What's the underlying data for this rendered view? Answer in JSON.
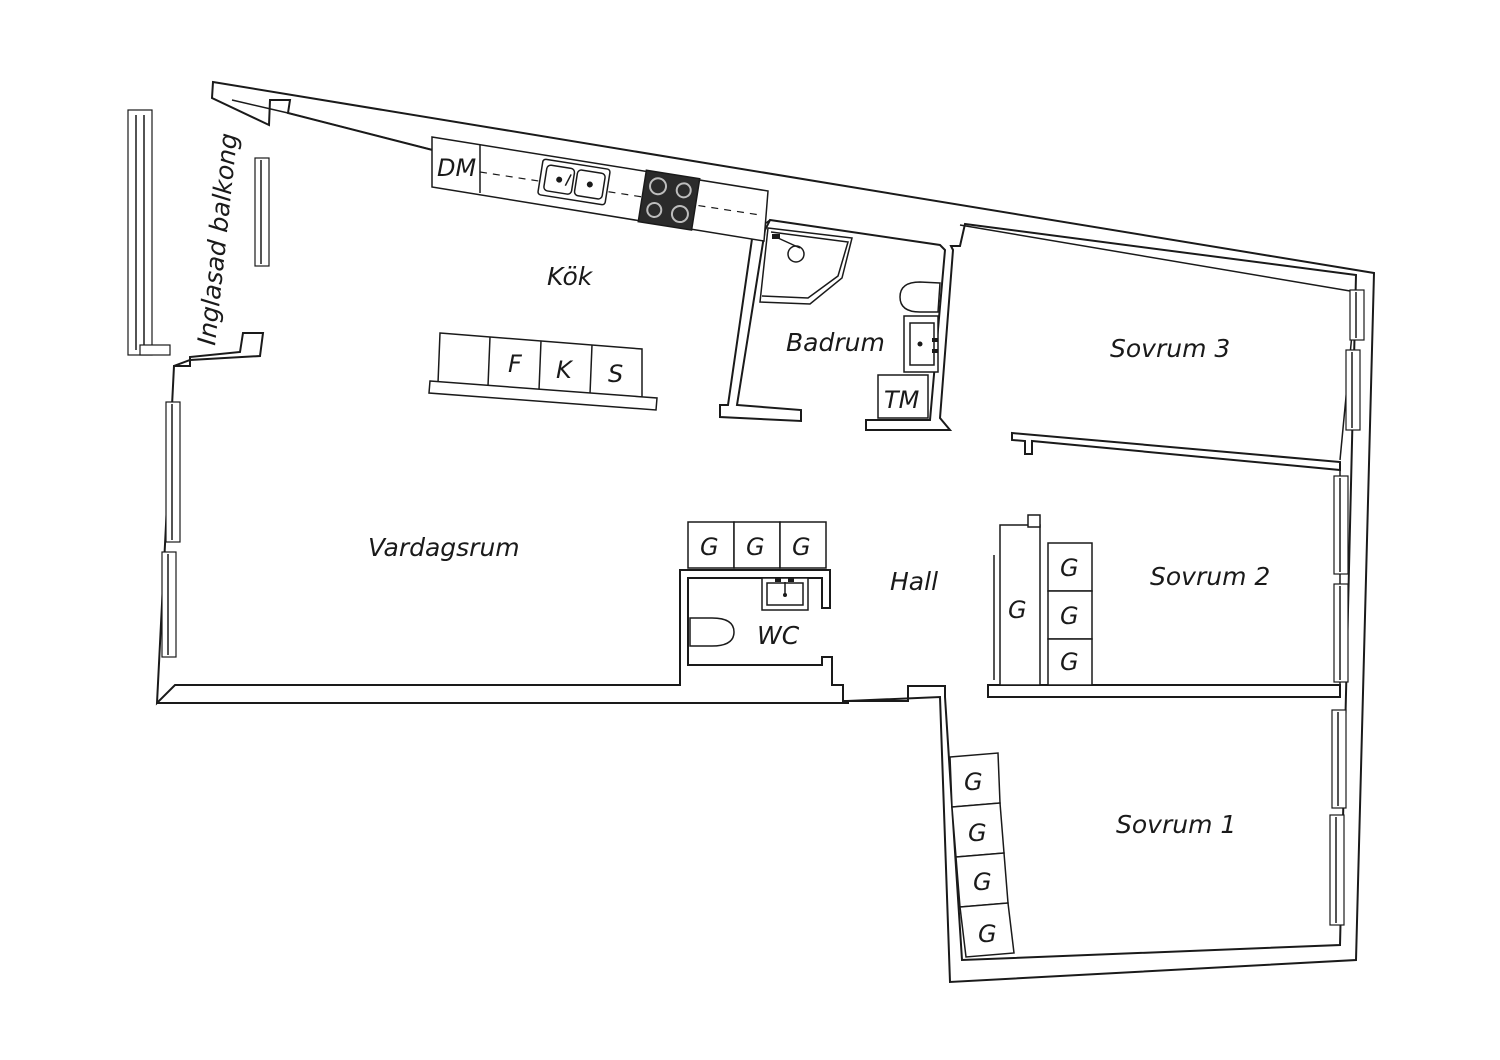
{
  "plan": {
    "rooms": {
      "balcony": "Inglasad balkong",
      "kitchen": "Kök",
      "bathroom": "Badrum",
      "bedroom3": "Sovrum 3",
      "living": "Vardagsrum",
      "hall": "Hall",
      "wc": "WC",
      "bedroom2": "Sovrum 2",
      "bedroom1": "Sovrum 1"
    },
    "fixtures": {
      "dishwasher": "DM",
      "freezer": "F",
      "fridge": "K",
      "storage": "S",
      "washer_dryer": "TM",
      "wardrobe": "G"
    }
  }
}
